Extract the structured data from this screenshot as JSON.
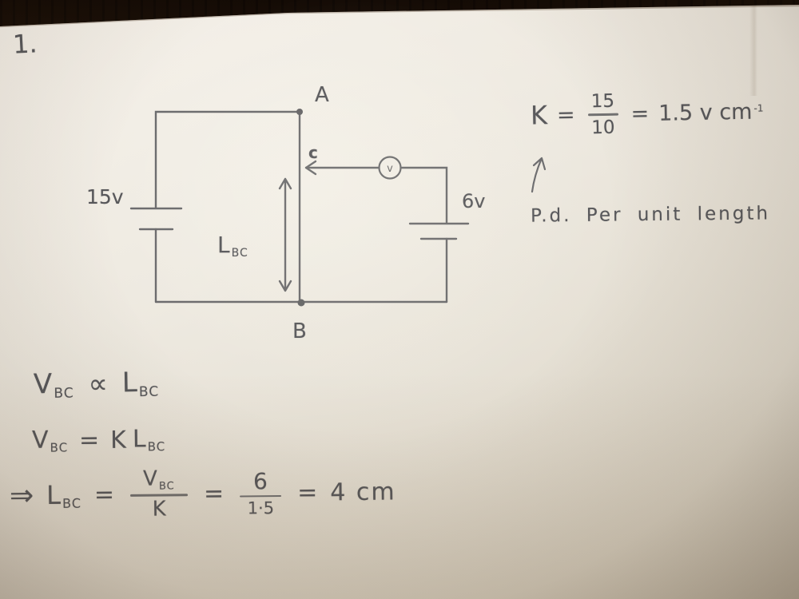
{
  "page": {
    "number": "1."
  },
  "circuit": {
    "node_a": "A",
    "node_b": "B",
    "node_c": "c",
    "left_battery_label": "15v",
    "right_battery_label": "6v",
    "voltmeter_label": "v",
    "length_label": {
      "base": "L",
      "sub": "BC"
    }
  },
  "constant_formula": {
    "lhs": "K",
    "equals1": "=",
    "fraction": {
      "numerator": "15",
      "denominator": "10"
    },
    "equals2": "=",
    "value": "1.5 v cm",
    "value_exponent": "-1"
  },
  "annotation": {
    "arrow_glyph": "↑",
    "text": "P.d. Per unit length"
  },
  "derivation": {
    "line1": {
      "lhs_base": "V",
      "lhs_sub": "BC",
      "relation": "∝",
      "rhs_base": "L",
      "rhs_sub": "BC"
    },
    "line2": {
      "lhs_base": "V",
      "lhs_sub": "BC",
      "equals": "=",
      "const": "K",
      "rhs_base": "L",
      "rhs_sub": "BC"
    },
    "line3": {
      "implies": "⇒",
      "lhs_base": "L",
      "lhs_sub": "BC",
      "equals1": "=",
      "frac1": {
        "num_base": "V",
        "num_sub": "BC",
        "den": "K"
      },
      "equals2": "=",
      "frac2": {
        "num": "6",
        "den": "1·5"
      },
      "equals3": "=",
      "result": "4 cm"
    }
  },
  "colors": {
    "pencil": "#5d5d5f",
    "paper": "#eae5da",
    "wood": "#3a2413"
  }
}
